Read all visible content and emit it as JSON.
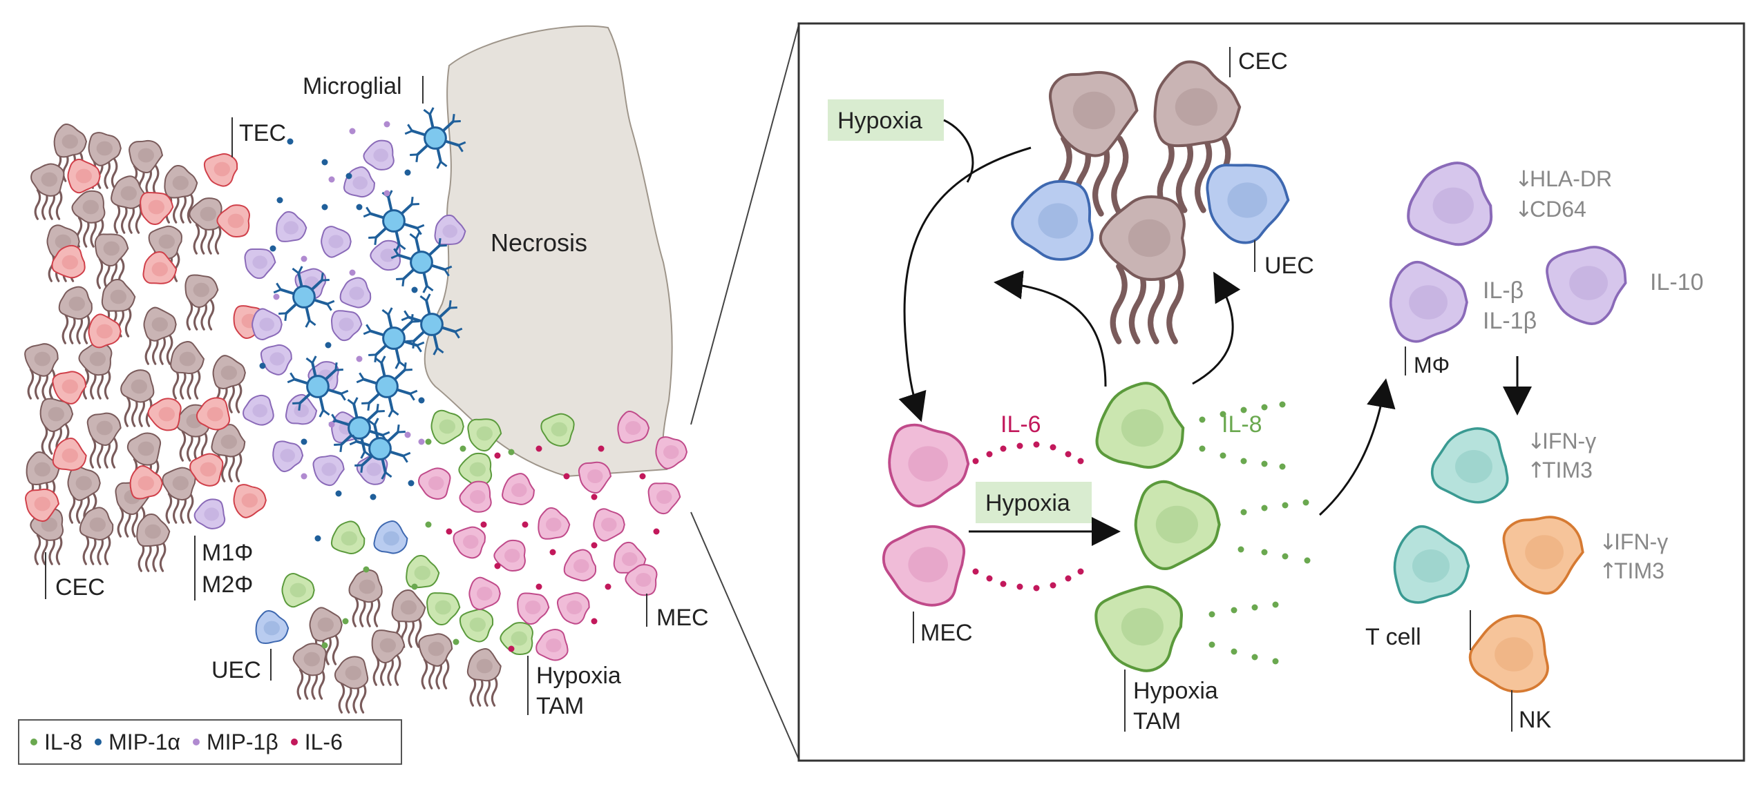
{
  "left_panel": {
    "labels": {
      "tec": "TEC",
      "microglial": "Microglial",
      "necrosis": "Necrosis",
      "cec": "CEC",
      "m1": "M1Φ",
      "m2": "M2Φ",
      "uec": "UEC",
      "hypoxia": "Hypoxia",
      "tam": "TAM",
      "mec": "MEC"
    }
  },
  "legend": {
    "items": [
      {
        "label": "IL-8",
        "color": "#6aa84f"
      },
      {
        "label": "MIP-1α",
        "color": "#1f5f9a"
      },
      {
        "label": "MIP-1β",
        "color": "#b08ad0"
      },
      {
        "label": "IL-6",
        "color": "#c2185b"
      }
    ]
  },
  "right_panel": {
    "labels": {
      "cec": "CEC",
      "uec": "UEC",
      "hypoxia_top": "Hypoxia",
      "il6": "IL-6",
      "il8": "IL-8",
      "hypoxia_mid": "Hypoxia",
      "mec": "MEC",
      "hypoxia_tam_1": "Hypoxia",
      "hypoxia_tam_2": "TAM",
      "hla_dr": "HLA-DR",
      "cd64": "CD64",
      "il_beta": "IL-β",
      "il_1beta": "IL-1β",
      "il10": "IL-10",
      "mphi": "MΦ",
      "ifn_t": "IFN-γ",
      "tim3_t": "TIM3",
      "ifn_nk": "IFN-γ",
      "tim3_nk": "TIM3",
      "tcell": "T cell",
      "nk": "NK"
    }
  },
  "colors": {
    "cec_fill": "#c9b4b4",
    "cec_stroke": "#7a5b5b",
    "tec_fill": "#f4b8b8",
    "tec_stroke": "#d0404a",
    "uec_fill": "#b9ccf0",
    "uec_stroke": "#3e68b0",
    "mec_fill": "#f0bcd8",
    "mec_stroke": "#c04a8a",
    "tam_fill": "#cbe6b0",
    "tam_stroke": "#5b9a3c",
    "macro_fill": "#d6c6ec",
    "macro_stroke": "#8a6ab8",
    "microglia_fill": "#7ec8ee",
    "microglia_stroke": "#1f5f9a",
    "tcell_fill": "#b6e2dc",
    "tcell_stroke": "#3a9a92",
    "nk_fill": "#f6c49a",
    "nk_stroke": "#d67a32",
    "hypoxia_box": "#d9ecd0",
    "necrosis": "#e6e2dc",
    "gray_text": "#888888"
  }
}
